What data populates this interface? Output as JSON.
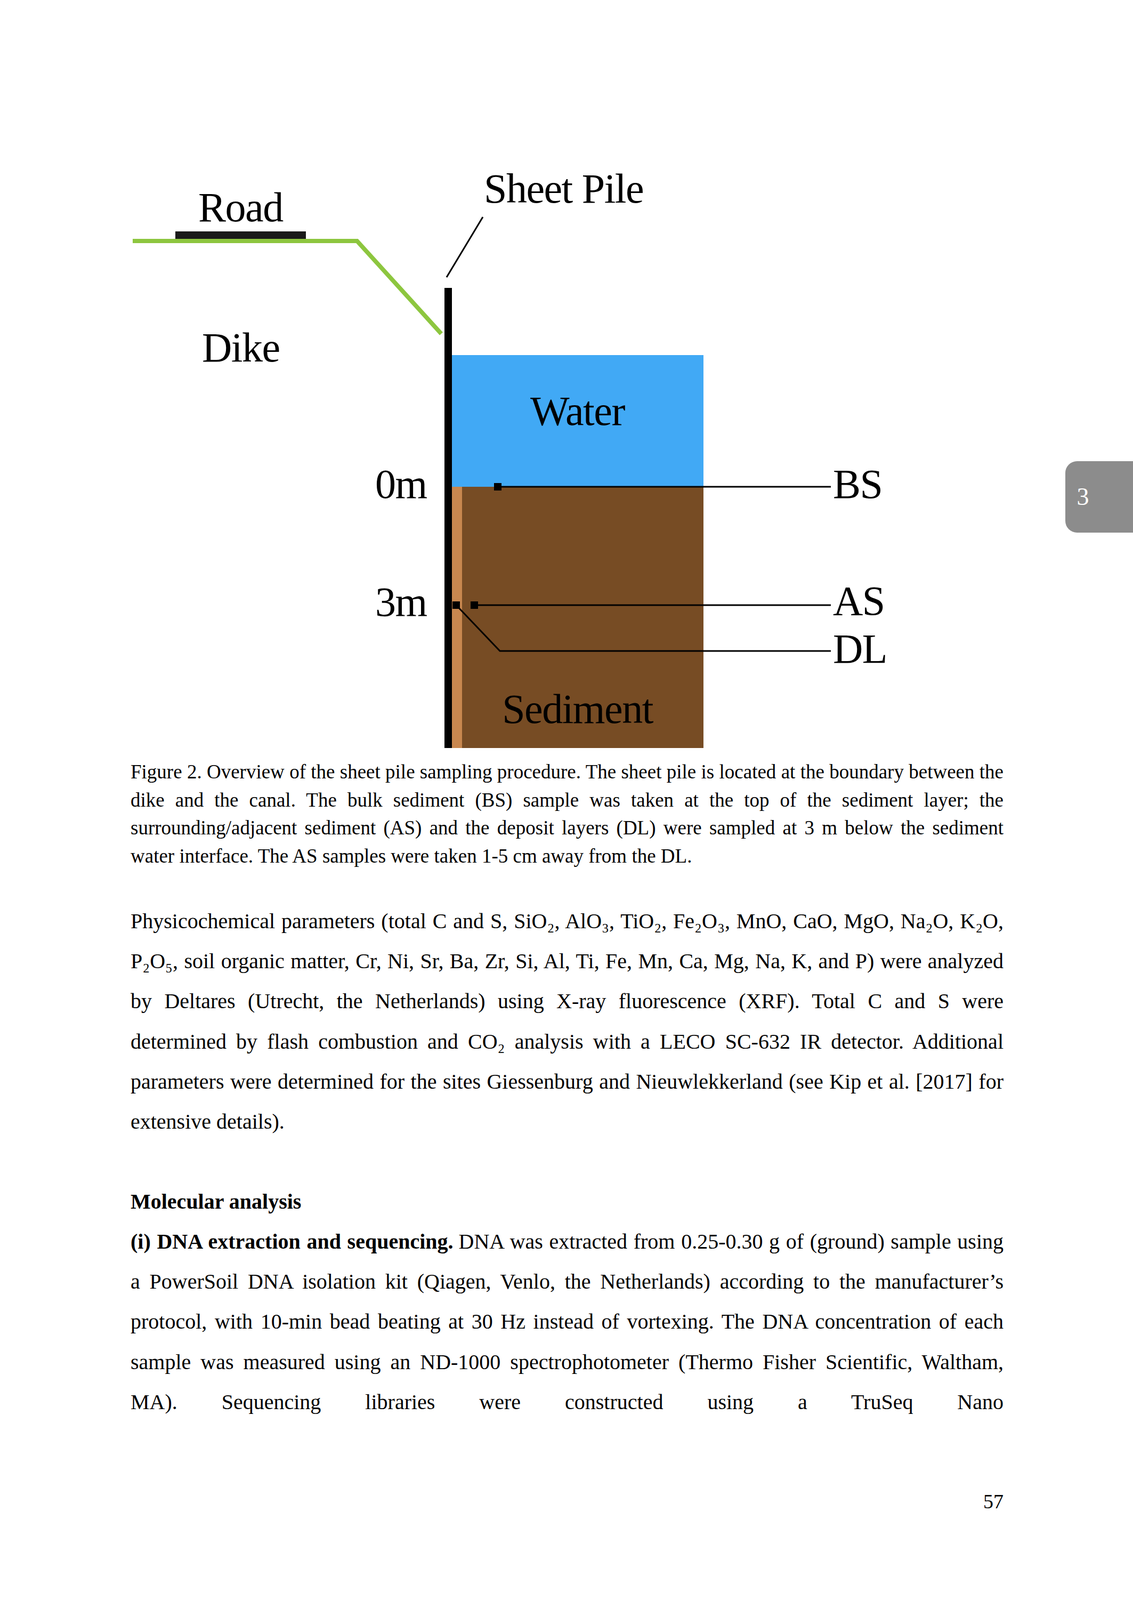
{
  "diagram": {
    "caption": "Figure 2. Overview of the sheet pile sampling procedure. The sheet pile is located at the boundary between the dike and the canal. The bulk sediment (BS) sample was taken at the top of the sediment layer; the surrounding/adjacent sediment (AS) and the deposit layers (DL) were sampled at 3 m below the sediment water interface. The AS samples were taken 1-5 cm away from the DL.",
    "nodes": [
      {
        "text": [
          "Water"
        ]
      },
      {
        "text": [
          "Sediment"
        ]
      },
      {
        "text": [
          "3"
        ]
      }
    ],
    "labels": [
      "Road",
      "Sheet Pile",
      "Dike",
      "0m",
      "3m",
      "BS",
      "AS",
      "DL",
      "Physicochemical parameters (total C and S, SiO₂, AlO₃, TiO₂, Fe₂O₃, MnO, CaO, MgO, Na₂O, K₂O, P₂O₅, soil organic matter, Cr, Ni, Sr, Ba, Zr, Si, Al, Ti, Fe, Mn, Ca, Mg, Na, K, and P) were analyzed by Deltares (Utrecht, the Netherlands) using X-ray fluorescence (XRF). Total C and S were determined by flash combustion and CO₂ analysis with a LECO SC-632 IR detector. Additional parameters were determined for the sites Giessenburg and Nieuwlekkerland (see Kip et al. [2017] for extensive details).",
      "Molecular analysis",
      "(i) DNA extraction and sequencing.",
      "DNA was extracted from 0.25-0.30 g of (ground) sample using a PowerSoil DNA isolation kit (Qiagen, Venlo, the Netherlands) according to the manufacturer’s protocol, with 10-min bead beating at 30 Hz instead of vortexing. The DNA concentration of each sample was measured using an ND-1000 spectrophotometer (Thermo Fisher Scientific, Waltham, MA). Sequencing libraries were constructed using a TruSeq Nano",
      "57"
    ]
  }
}
